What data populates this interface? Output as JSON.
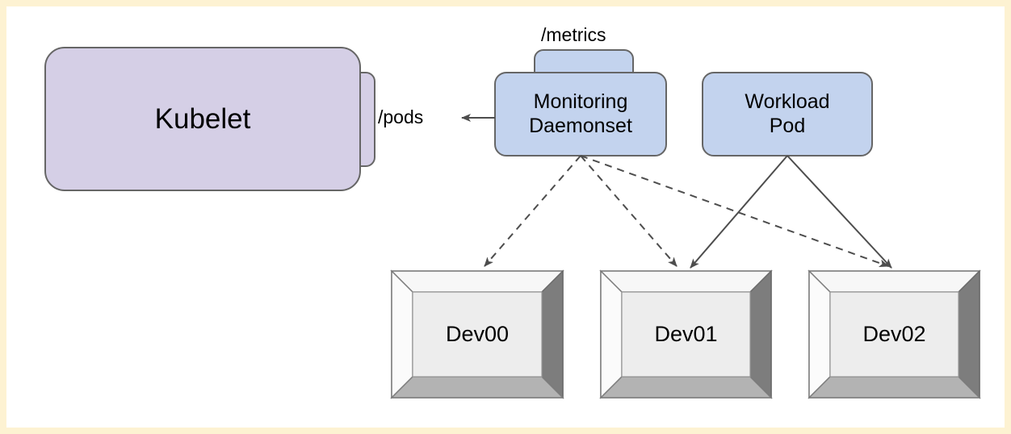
{
  "diagram": {
    "title": "Kubernetes device monitoring topology",
    "background_color": "#ffffff",
    "frame_color": "#fdf2d2",
    "colors": {
      "kubelet_fill": "#d5cfe6",
      "pod_fill": "#c3d3ee",
      "node_stroke": "#666666",
      "device_face": "#ededed",
      "device_bevel_light": "#fbfbfb",
      "device_bevel_dark": "#7d7d7d",
      "device_bevel_mid": "#b3b3b3",
      "edge_stroke": "#4d4d4d"
    },
    "nodes": {
      "kubelet": {
        "label": "Kubelet",
        "shape": "rounded-rect",
        "fill": "#d5cfe6"
      },
      "pods_port": {
        "label": "/pods",
        "shape": "rounded-tab",
        "fill": "#d5cfe6"
      },
      "monitoring_daemonset": {
        "label": "Monitoring\nDaemonset",
        "shape": "rounded-rect",
        "fill": "#c3d3ee"
      },
      "metrics_port": {
        "label": "/metrics",
        "shape": "rounded-tab",
        "fill": "#c3d3ee"
      },
      "workload_pod": {
        "label": "Workload\nPod",
        "shape": "rounded-rect",
        "fill": "#c3d3ee"
      },
      "dev00": {
        "label": "Dev00",
        "shape": "device-3d"
      },
      "dev01": {
        "label": "Dev01",
        "shape": "device-3d"
      },
      "dev02": {
        "label": "Dev02",
        "shape": "device-3d"
      }
    },
    "edges": [
      {
        "from": "monitoring_daemonset",
        "to": "pods_port",
        "style": "solid",
        "arrow": "end"
      },
      {
        "from": "monitoring_daemonset",
        "to": "dev00",
        "style": "dashed",
        "arrow": "end"
      },
      {
        "from": "monitoring_daemonset",
        "to": "dev01",
        "style": "dashed",
        "arrow": "end"
      },
      {
        "from": "monitoring_daemonset",
        "to": "dev02",
        "style": "dashed",
        "arrow": "end"
      },
      {
        "from": "workload_pod",
        "to": "dev01",
        "style": "solid",
        "arrow": "end"
      },
      {
        "from": "workload_pod",
        "to": "dev02",
        "style": "solid",
        "arrow": "end"
      }
    ]
  }
}
